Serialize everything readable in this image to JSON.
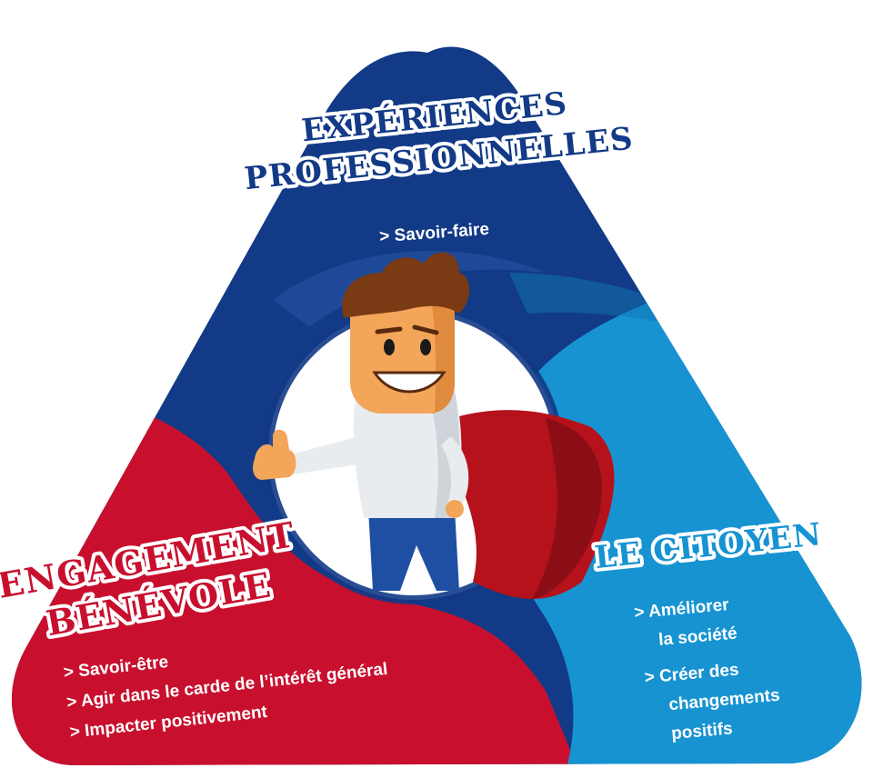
{
  "sections": {
    "experiences": {
      "title_line1": "EXPÉRIENCES",
      "title_line2": "PROFESSIONNELLES",
      "items": [
        "> Savoir-faire"
      ],
      "color": "#123a86"
    },
    "engagement": {
      "title_line1": "ENGAGEMENT",
      "title_line2": "BÉNÉVOLE",
      "items": [
        "> Savoir-être",
        "> Agir dans le carde de l’intérêt général",
        "> Impacter positivement"
      ],
      "color": "#c8102e"
    },
    "citoyen": {
      "title": "LE CITOYEN",
      "items": [
        "> Améliorer",
        "la  société",
        "> Créer des",
        "changements",
        "positifs"
      ],
      "color": "#1793d2"
    }
  },
  "character": {
    "description_icon": "superhero-character-icon",
    "cape_color": "#b5121b"
  }
}
